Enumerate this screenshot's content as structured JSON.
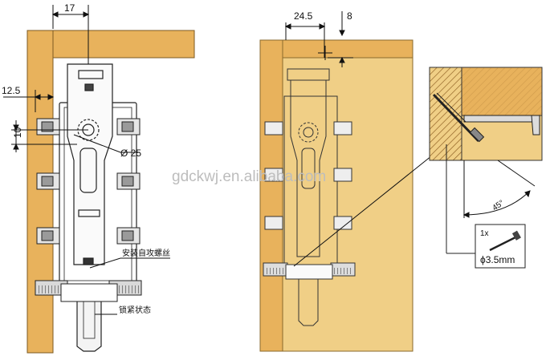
{
  "diagram": {
    "left_view": {
      "dim_top": "17",
      "dim_left": "12.5",
      "dim_vertical": "10",
      "dim_diameter": "Ø 25",
      "callout_screws": "安装自攻螺丝",
      "callout_locked": "锁紧状态"
    },
    "right_view": {
      "dim_top": "24.5",
      "dim_offset": "8"
    },
    "detail": {
      "angle": "45°",
      "screw_qty": "1x",
      "screw_size": "ϕ3.5mm"
    },
    "watermark": "gdckwj.en.alibaba.com",
    "colors": {
      "wood": "#e8b25c",
      "wood_light": "#f0cf86",
      "hatch": "#b07a2c",
      "line": "#1a1a1a"
    }
  }
}
